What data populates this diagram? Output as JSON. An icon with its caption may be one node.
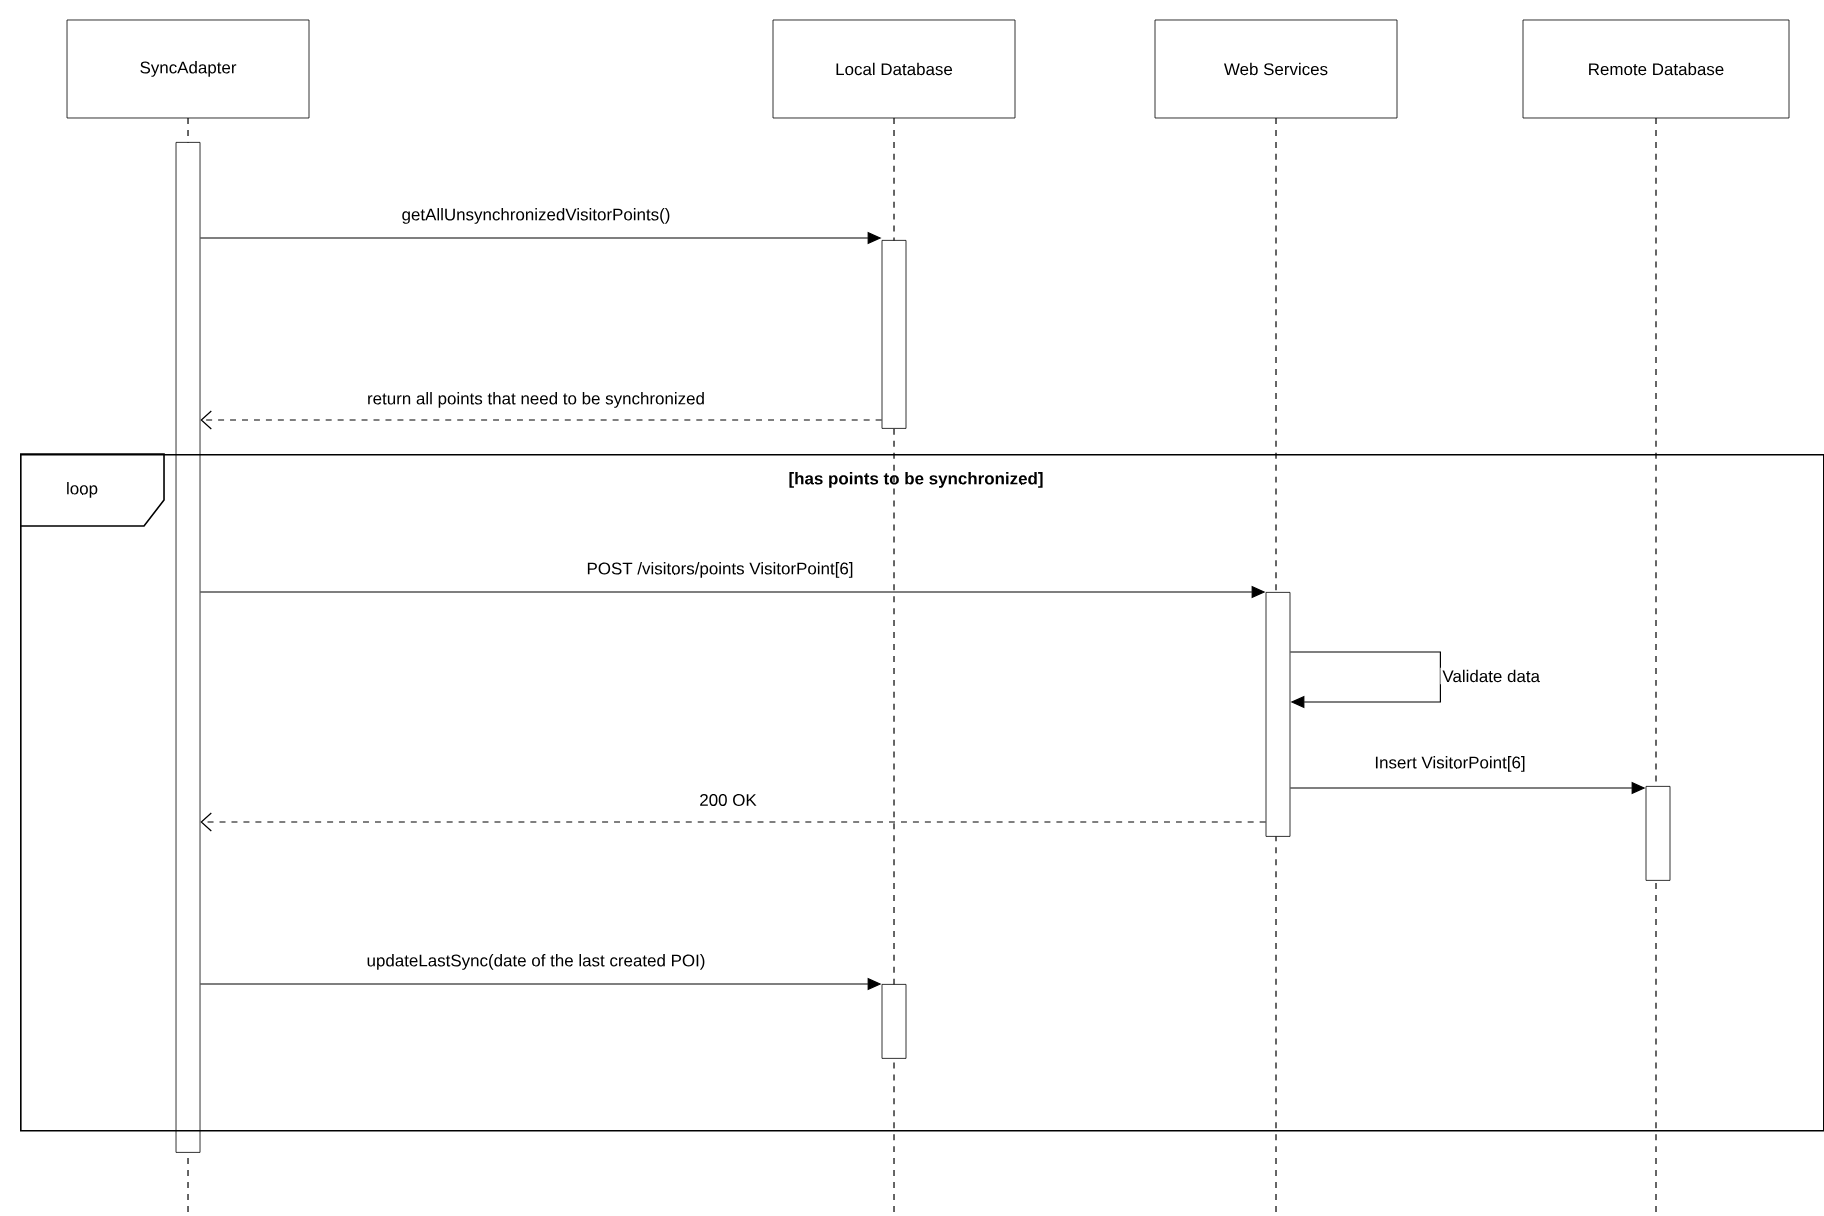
{
  "diagram": {
    "nodes": [
      {
        "text": [
          "SyncAdapter"
        ]
      },
      {
        "text": [
          "Local Database"
        ]
      },
      {
        "text": [
          "Web Services"
        ]
      },
      {
        "text": [
          "Remote Database"
        ]
      },
      {
        "text": [],
        "shape": "bar"
      },
      {
        "text": [],
        "shape": "bar"
      },
      {
        "text": [
          "loop",
          "[has points to be synchronized]"
        ]
      },
      {
        "text": [],
        "shape": "bar",
        "in": 6
      },
      {
        "text": [],
        "shape": "bar",
        "in": 6
      },
      {
        "text": [],
        "shape": "bar",
        "in": 6
      }
    ],
    "edges": [
      {
        "from": 4,
        "to": 5,
        "arrow": "to",
        "label": "getAllUnsynchronizedVisitorPoints()"
      },
      {
        "from": 5,
        "to": 4,
        "arrow": "to",
        "style": "dashed",
        "label": "return all points that need to be synchronized"
      },
      {
        "from": 4,
        "to": 7,
        "arrow": "to",
        "label": "POST /visitors/points VisitorPoint[6]"
      },
      {
        "from": 7,
        "to": 7,
        "arrow": "to",
        "label": "Validate data"
      },
      {
        "from": 7,
        "to": 8,
        "arrow": "to",
        "label": "Insert VisitorPoint[6]"
      },
      {
        "from": 7,
        "to": 4,
        "arrow": "to",
        "style": "dashed",
        "label": "200 OK"
      },
      {
        "from": 4,
        "to": 9,
        "arrow": "to",
        "label": "updateLastSync(date of the last created POI)"
      }
    ]
  }
}
